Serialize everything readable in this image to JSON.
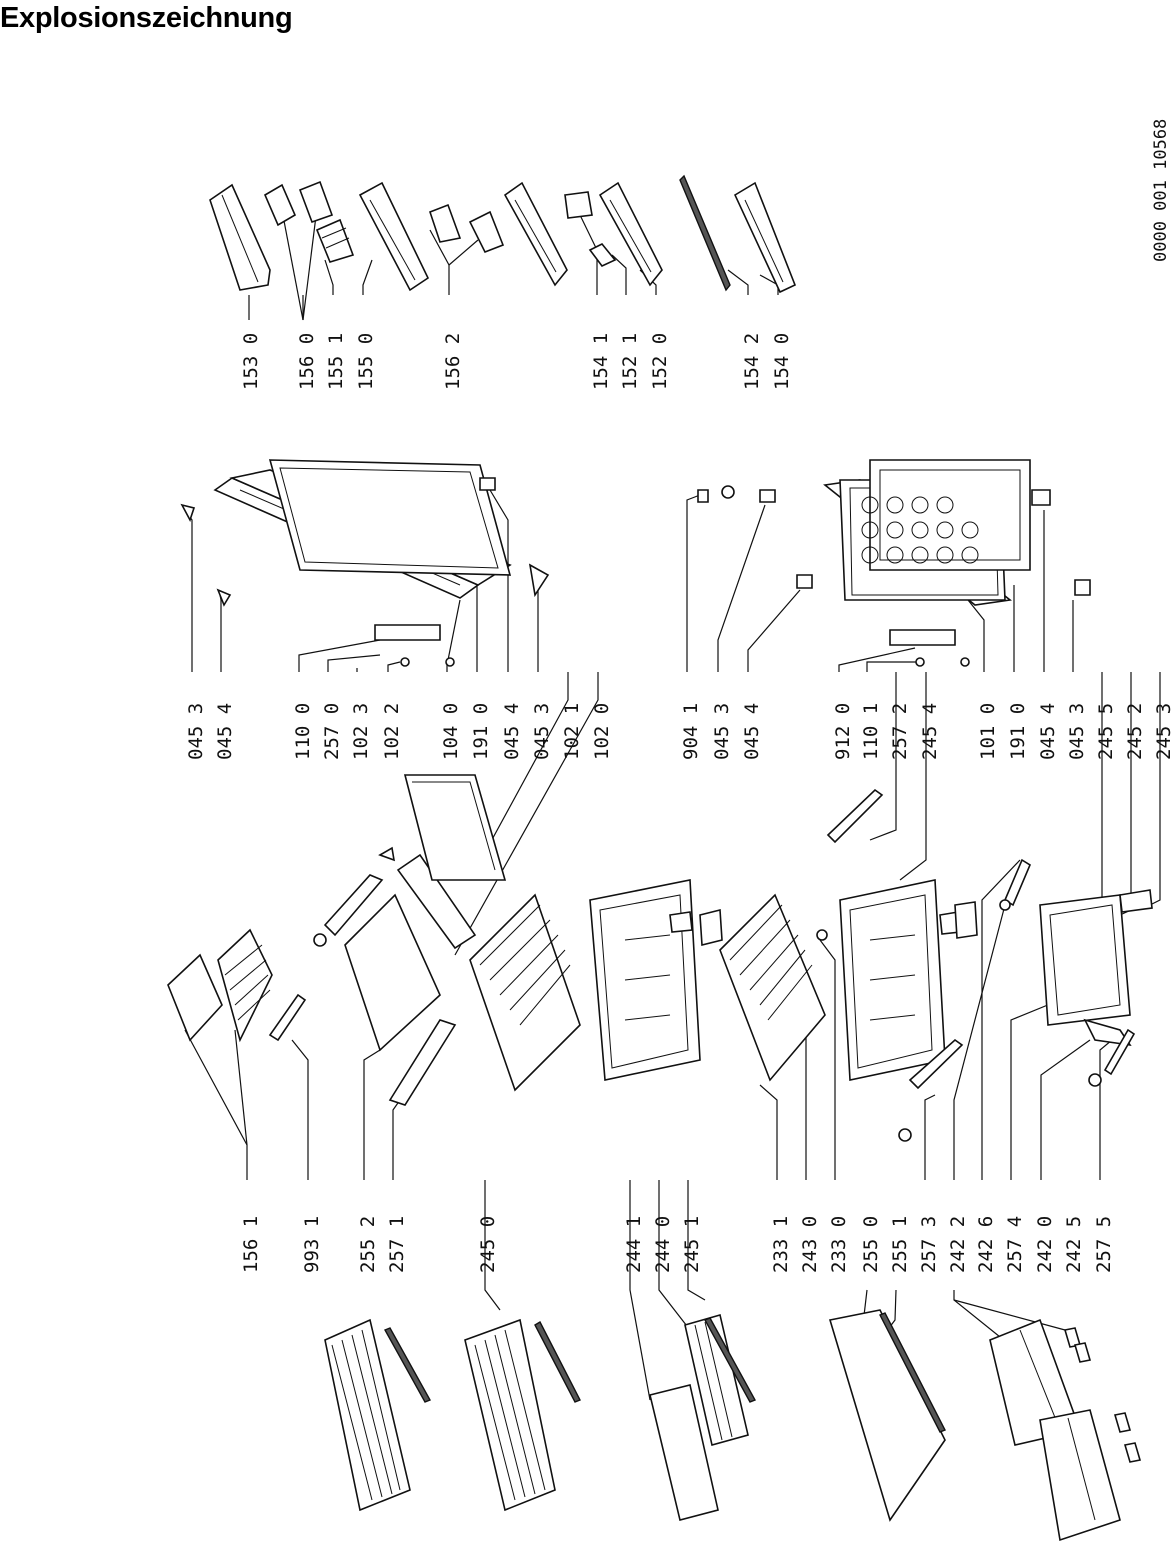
{
  "title": "Explosionszeichnung",
  "document_number": "0000  001  10568",
  "label_groups": {
    "top_right": [
      "153 0",
      "156 0",
      "155 1",
      "155 0",
      "156 2",
      "154 1",
      "152 1",
      "152 0",
      "154 2",
      "154 0"
    ],
    "middle_upper": [
      "045 3",
      "045 4",
      "110 0",
      "257 0",
      "102 3",
      "102 2",
      "104 0",
      "191 0",
      "045 4",
      "045 3",
      "102 1",
      "102 0"
    ],
    "middle_lower": [
      "904 1",
      "045 3",
      "045 4",
      "912 0",
      "110 1",
      "257 2",
      "245 4",
      "101 0",
      "191 0",
      "045 4",
      "045 3",
      "245 5",
      "245 2",
      "245 3"
    ],
    "left_upper": [
      "156 1",
      "993 1",
      "255 2",
      "257 1",
      "245 0",
      "244 1",
      "244 0",
      "245 1"
    ],
    "left_lower": [
      "233 1",
      "243 0",
      "233 0",
      "255 0",
      "255 1",
      "257 3",
      "242 2",
      "242 6",
      "257 4",
      "242 0",
      "242 5",
      "257 5"
    ]
  }
}
